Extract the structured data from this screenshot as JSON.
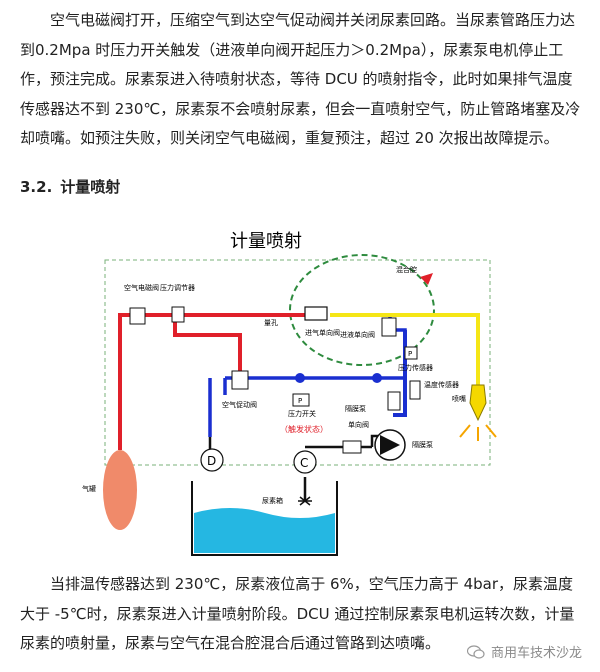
{
  "paragraph_1": "空气电磁阀打开，压缩空气到达空气促动阀并关闭尿素回路。当尿素管路压力达到0.2Mpa 时压力开关触发（进液单向阀开起压力＞0.2Mpa），尿素泵电机停止工作，预注完成。尿素泵进入待喷射状态，等待 DCU 的喷射指令，此时如果排气温度传感器达不到 230℃，尿素泵不会喷射尿素，但会一直喷射空气，防止管路堵塞及冷却喷嘴。如预注失败，则关闭空气电磁阀，重复预注，超过 20 次报出故障提示。",
  "section": {
    "number": "3.2.",
    "title": "计量喷射"
  },
  "diagram": {
    "title": "计量喷射",
    "labels": {
      "mixing_chamber": "混合腔",
      "air_solenoid": "空气电磁阀",
      "pressure_regulator": "压力调节器",
      "orifice": "量孔",
      "inlet_check_valve": "进气单向阀",
      "back_flow_check_valve": "进液单向阀",
      "pressure_sensor": "压力传感器",
      "temperature_sensor": "温度传感器",
      "air_actuator_valve": "空气促动阀",
      "pressure_switch": "压力开关",
      "trigger_state": "（触发状态）",
      "isolation_valve": "隔膜泵",
      "check_valve": "单向阀",
      "diaphragm_pump": "隔膜泵",
      "nozzle": "喷嘴",
      "air_tank": "气罐",
      "urea_tank": "尿素箱",
      "d_symbol": "D",
      "c_symbol": "C",
      "p_symbol": "P"
    }
  },
  "paragraph_2": "当排温传感器达到 230℃，尿素液位高于 6%，空气压力高于 4bar，尿素温度大于 -5℃时，尿素泵进入计量喷射阶段。DCU 通过控制尿素泵电机运转次数，计量尿素的喷射量，尿素与空气在混合腔混合后通过管路到达喷嘴。",
  "watermark": "商用车技术沙龙",
  "colors": {
    "air_line": "#e0202a",
    "urea_line": "#1a2fd0",
    "mix_line": "#f5e616",
    "tank_air": "#f08a6a",
    "tank_urea": "#25b7e2",
    "mix_chamber": "#2e8b3e"
  }
}
